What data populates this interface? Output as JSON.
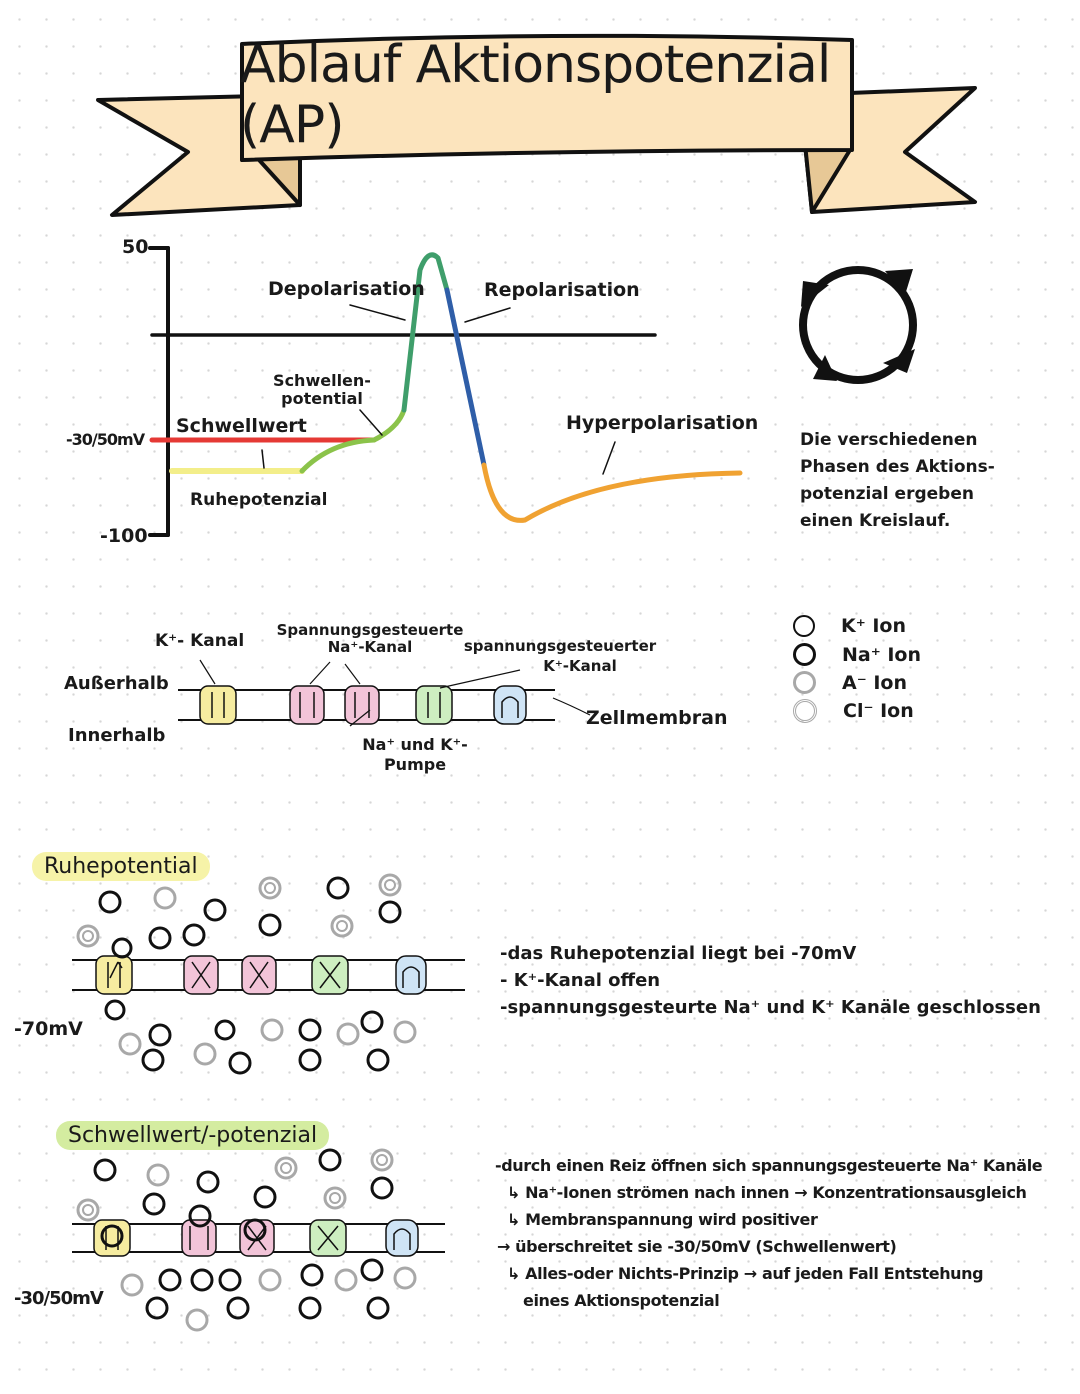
{
  "title": "Ablauf Aktionspotenzial (AP)",
  "graph": {
    "y_labels": {
      "top": "50",
      "threshold": "-30/50mV",
      "bottom": "-100"
    },
    "phases": {
      "depolarisation": "Depolarisation",
      "repolarisation": "Repolarisation",
      "schwellenpotential": [
        "Schwellen-",
        "potential"
      ],
      "schwellwert": "Schwellwert",
      "ruhepotenzial": "Ruhepotenzial",
      "hyperpolarisation": "Hyperpolarisation"
    },
    "colors": {
      "ruhe": "#f3ee8a",
      "schwellwert": "#e53935",
      "rise": "#8bc34a",
      "depol": "#3f9e6b",
      "repol": "#2f5ea8",
      "hyper": "#f0a232"
    }
  },
  "cycle": {
    "note_lines": [
      "Die verschiedenen",
      "Phasen des Aktions-",
      "potenzial ergeben",
      "einen Kreislauf."
    ]
  },
  "membrane": {
    "labels": {
      "k_kanal": "K⁺- Kanal",
      "na_kanal": [
        "Spannungsgesteuerte",
        "Na⁺-Kanal"
      ],
      "k_gated": [
        "spannungsgesteuerter",
        "K⁺-Kanal"
      ],
      "ausserhalb": "Außerhalb",
      "innerhalb": "Innerhalb",
      "zellmembran": "Zellmembran",
      "pumpe": [
        "Na⁺ und K⁺-",
        "Pumpe"
      ]
    },
    "channel_colors": {
      "k": "#f6eca0",
      "pump": "#f2c4d8",
      "k_gated": "#cdeec0",
      "na_gated": "#cfe4f5"
    }
  },
  "legend": {
    "items": [
      {
        "label": "K⁺ Ion",
        "style": "thin-black"
      },
      {
        "label": "Na⁺ Ion",
        "style": "thick-black"
      },
      {
        "label": "A⁻ Ion",
        "style": "gray"
      },
      {
        "label": "Cl⁻ Ion",
        "style": "gray-double"
      }
    ]
  },
  "sections": [
    {
      "heading": "Ruhepotential",
      "side_label": "-70mV",
      "notes": [
        "-das Ruhepotenzial liegt bei -70mV",
        "- K⁺-Kanal offen",
        "-spannungsgesteurte Na⁺ und K⁺ Kanäle geschlossen"
      ]
    },
    {
      "heading": "Schwellwert/-potenzial",
      "side_label": "-30/50mV",
      "notes": [
        "-durch einen Reiz öffnen sich spannungsgesteuerte Na⁺ Kanäle",
        "↳ Na⁺-Ionen strömen nach innen → Konzentrationsausgleich",
        "↳ Membranspannung wird positiver",
        "→ überschreitet sie -30/50mV (Schwellenwert)",
        "↳ Alles-oder Nichts-Prinzip → auf jeden Fall Entstehung",
        "eines Aktionspotenzial"
      ]
    }
  ]
}
